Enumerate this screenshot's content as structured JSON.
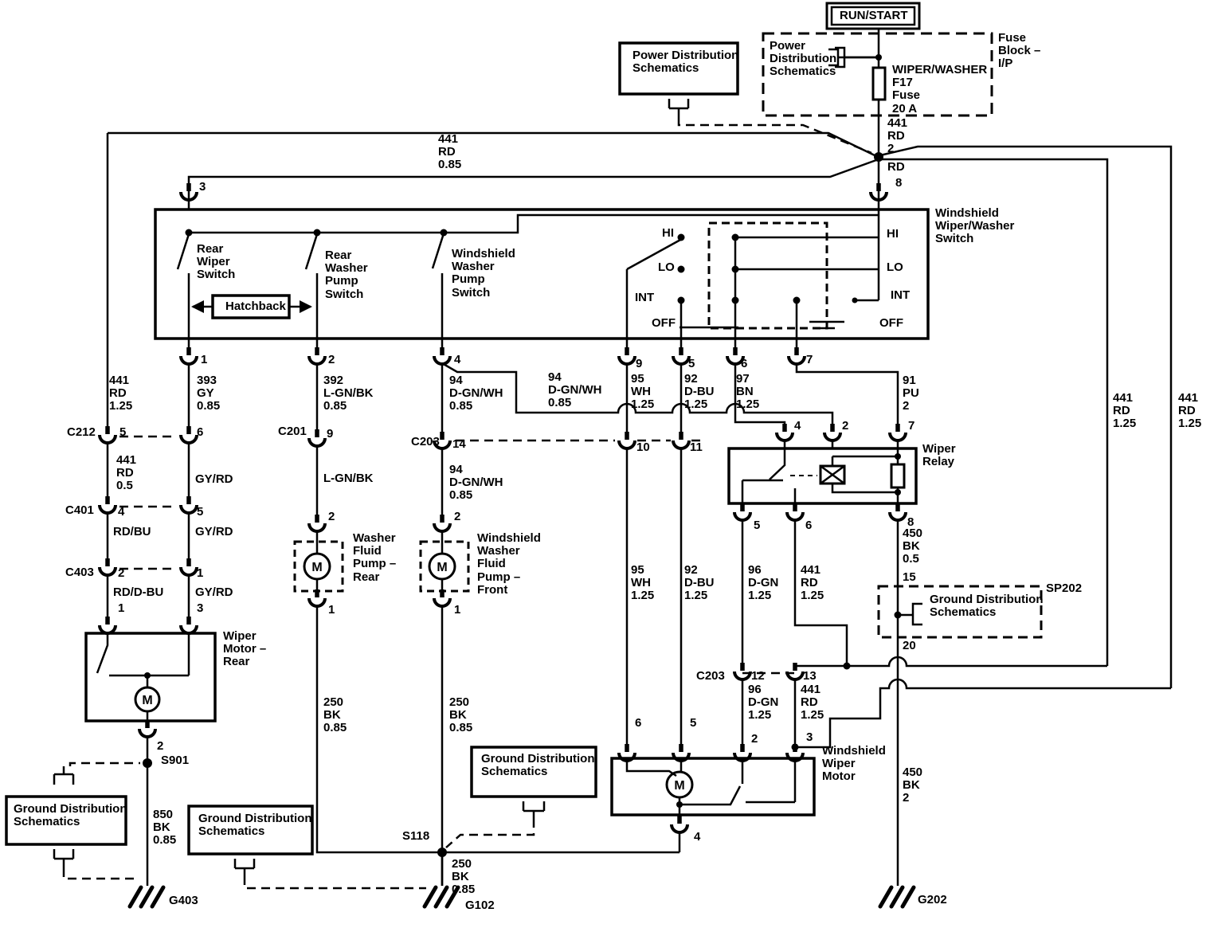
{
  "meta": {
    "ink": "#000000",
    "background": "#ffffff",
    "diagram_type": "automotive wiring schematic"
  },
  "t": {
    "run_start": "RUN/START",
    "fuse_block": "Fuse\nBlock –\nI/P",
    "pds_fuse": "Power\nDistribution\nSchematics",
    "fuse": "WIPER/WASHER\nF17\nFuse\n20 A",
    "pds_top": "Power Distribution\nSchematics",
    "w441_2": "441\nRD\n2",
    "rd": "RD",
    "p8": "8",
    "w441_085": "441\nRD\n0.85",
    "p3": "3",
    "sw_name": "Windshield\nWiper/Washer\nSwitch",
    "rws": "Rear\nWiper\nSwitch",
    "hatchback": "Hatchback",
    "rwps": "Rear\nWasher\nPump\nSwitch",
    "wwps": "Windshield\nWasher\nPump\nSwitch",
    "hi_l": "HI",
    "lo_l": "LO",
    "int_l": "INT",
    "off_l": "OFF",
    "hi_r": "HI",
    "lo_r": "LO",
    "int_r": "INT",
    "off_r": "OFF",
    "p1": "1",
    "p2": "2",
    "p4": "4",
    "p9": "9",
    "p5": "5",
    "p6": "6",
    "p7": "7",
    "w441_125l": "441\nRD\n1.25",
    "w393": "393\nGY\n0.85",
    "w392": "392\nL-GN/BK\n0.85",
    "w94a": "94\nD-GN/WH\n0.85",
    "w94b": "94\nD-GN/WH\n0.85",
    "w95a": "95\nWH\n1.25",
    "w92a": "92\nD-BU\n1.25",
    "w97": "97\nBN\n1.25",
    "w91": "91\nPU\n2",
    "w441_r1": "441\nRD\n1.25",
    "w441_r2": "441\nRD\n1.25",
    "c212": "C212",
    "c212_5": "5",
    "c212_6": "6",
    "w441_05": "441\nRD\n0.5",
    "gyrd1": "GY/RD",
    "c401": "C401",
    "c401_4": "4",
    "c401_5": "5",
    "rdbu": "RD/BU",
    "gyrd2": "GY/RD",
    "c403": "C403",
    "c403_2": "2",
    "c403_1": "1",
    "rddbu": "RD/D-BU",
    "gyrd3": "GY/RD",
    "pm1": "1",
    "pm3": "3",
    "c201": "C201",
    "c201_9": "9",
    "c203a": "C203",
    "c203_14": "14",
    "c203_10": "10",
    "c203_11": "11",
    "lgnbk": "L-GN/BK",
    "w94c": "94\nD-GN/WH\n0.85",
    "rp2": "2",
    "rear_pump": "Washer\nFluid\nPump –\nRear",
    "rp1": "1",
    "fp2": "2",
    "front_pump": "Windshield\nWasher\nFluid\nPump –\nFront",
    "fp1": "1",
    "rear_motor": "Wiper\nMotor –\nRear",
    "rm2": "2",
    "s901": "S901",
    "w850": "850\nBK\n0.85",
    "gds1": "Ground Distribution\nSchematics",
    "gds2": "Ground Distribution\nSchematics",
    "g403": "G403",
    "relay": "Wiper\nRelay",
    "r4": "4",
    "r2": "2",
    "r7": "7",
    "r5": "5",
    "r6": "6",
    "r8": "8",
    "w95b": "95\nWH\n1.25",
    "w92b": "92\nD-BU\n1.25",
    "w96a": "96\nD-GN\n1.25",
    "w441a": "441\nRD\n1.25",
    "w450a": "450\nBK\n0.5",
    "p15": "15",
    "sp202": "SP202",
    "gds4": "Ground Distribution\nSchematics",
    "p20": "20",
    "c203b": "C203",
    "c203_12": "12",
    "c203_13": "13",
    "w96b": "96\nD-GN\n1.25",
    "w441c": "441\nRD\n1.25",
    "pm2b": "2",
    "pm3b": "3",
    "m6": "6",
    "m5": "5",
    "motor": "Windshield\nWiper\nMotor",
    "m4": "4",
    "w250a": "250\nBK\n0.85",
    "w250b": "250\nBK\n0.85",
    "gds3": "Ground Distribution\nSchematics",
    "s118": "S118",
    "w250c": "250\nBK\n0.85",
    "g102": "G102",
    "w450b": "450\nBK\n2",
    "g202": "G202",
    "m_letter": "M"
  }
}
